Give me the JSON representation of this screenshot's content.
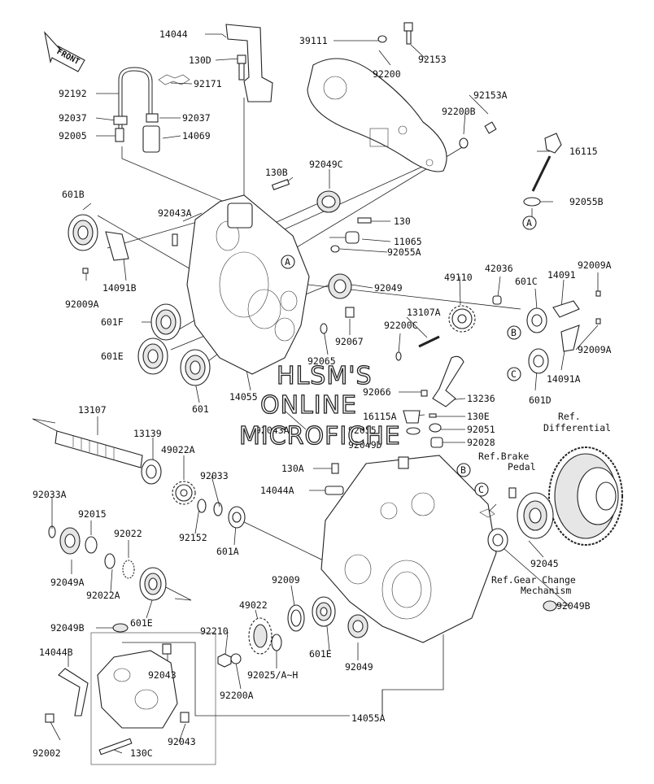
{
  "front_label": "FRONT",
  "watermark": [
    "HLSM'S",
    "ONLINE",
    "MICROFICHE"
  ],
  "callouts": [
    "A",
    "B",
    "C"
  ],
  "references": {
    "differential": [
      "Ref.",
      "Differential"
    ],
    "brake_pedal": [
      "Ref.Brake",
      "Pedal"
    ],
    "gear_change": [
      "Ref.Gear Change",
      "Mechanism"
    ]
  },
  "labels": [
    {
      "id": "14044",
      "text": "14044"
    },
    {
      "id": "130D",
      "text": "130D"
    },
    {
      "id": "92171",
      "text": "92171"
    },
    {
      "id": "92192",
      "text": "92192"
    },
    {
      "id": "92037a",
      "text": "92037"
    },
    {
      "id": "92037b",
      "text": "92037"
    },
    {
      "id": "92005",
      "text": "92005"
    },
    {
      "id": "14069",
      "text": "14069"
    },
    {
      "id": "39111",
      "text": "39111"
    },
    {
      "id": "92200",
      "text": "92200"
    },
    {
      "id": "92153",
      "text": "92153"
    },
    {
      "id": "92153A",
      "text": "92153A"
    },
    {
      "id": "92200B",
      "text": "92200B"
    },
    {
      "id": "16115",
      "text": "16115"
    },
    {
      "id": "92055B",
      "text": "92055B"
    },
    {
      "id": "130B",
      "text": "130B"
    },
    {
      "id": "92049C",
      "text": "92049C"
    },
    {
      "id": "601B",
      "text": "601B"
    },
    {
      "id": "92043A",
      "text": "92043A"
    },
    {
      "id": "130",
      "text": "130"
    },
    {
      "id": "11065",
      "text": "11065"
    },
    {
      "id": "92055A",
      "text": "92055A"
    },
    {
      "id": "14091B",
      "text": "14091B"
    },
    {
      "id": "92009Aa",
      "text": "92009A"
    },
    {
      "id": "92049",
      "text": "92049"
    },
    {
      "id": "42036",
      "text": "42036"
    },
    {
      "id": "49110",
      "text": "49110"
    },
    {
      "id": "601C",
      "text": "601C"
    },
    {
      "id": "14091",
      "text": "14091"
    },
    {
      "id": "92009Ab",
      "text": "92009A"
    },
    {
      "id": "601F",
      "text": "601F"
    },
    {
      "id": "92067",
      "text": "92067"
    },
    {
      "id": "13107A",
      "text": "13107A"
    },
    {
      "id": "92200C",
      "text": "92200C"
    },
    {
      "id": "92009Ac",
      "text": "92009A"
    },
    {
      "id": "601Ea",
      "text": "601E"
    },
    {
      "id": "92065",
      "text": "92065"
    },
    {
      "id": "14091A",
      "text": "14091A"
    },
    {
      "id": "601",
      "text": "601"
    },
    {
      "id": "14055",
      "text": "14055"
    },
    {
      "id": "92066",
      "text": "92066"
    },
    {
      "id": "13236",
      "text": "13236"
    },
    {
      "id": "601D",
      "text": "601D"
    },
    {
      "id": "16115A",
      "text": "16115A"
    },
    {
      "id": "130E",
      "text": "130E"
    },
    {
      "id": "13107",
      "text": "13107"
    },
    {
      "id": "92043Ab",
      "text": "92043A"
    },
    {
      "id": "92055",
      "text": "92055"
    },
    {
      "id": "92051",
      "text": "92051"
    },
    {
      "id": "13139",
      "text": "13139"
    },
    {
      "id": "92049D",
      "text": "92049D"
    },
    {
      "id": "92028",
      "text": "92028"
    },
    {
      "id": "49022A",
      "text": "49022A"
    },
    {
      "id": "130A",
      "text": "130A"
    },
    {
      "id": "92033",
      "text": "92033"
    },
    {
      "id": "14044A",
      "text": "14044A"
    },
    {
      "id": "92033A",
      "text": "92033A"
    },
    {
      "id": "92015",
      "text": "92015"
    },
    {
      "id": "92152",
      "text": "92152"
    },
    {
      "id": "601A",
      "text": "601A"
    },
    {
      "id": "92022",
      "text": "92022"
    },
    {
      "id": "92049A",
      "text": "92049A"
    },
    {
      "id": "92022A",
      "text": "92022A"
    },
    {
      "id": "92045",
      "text": "92045"
    },
    {
      "id": "92009",
      "text": "92009"
    },
    {
      "id": "49022",
      "text": "49022"
    },
    {
      "id": "601Eb",
      "text": "601E"
    },
    {
      "id": "92049Ba",
      "text": "92049B"
    },
    {
      "id": "92049Bb",
      "text": "92049B"
    },
    {
      "id": "14044B",
      "text": "14044B"
    },
    {
      "id": "92043a",
      "text": "92043"
    },
    {
      "id": "92210",
      "text": "92210"
    },
    {
      "id": "92025",
      "text": "92025/A~H"
    },
    {
      "id": "601Ec",
      "text": "601E"
    },
    {
      "id": "92049b",
      "text": "92049"
    },
    {
      "id": "92200A",
      "text": "92200A"
    },
    {
      "id": "14055A",
      "text": "14055A"
    },
    {
      "id": "92002",
      "text": "92002"
    },
    {
      "id": "92043b",
      "text": "92043"
    },
    {
      "id": "130C",
      "text": "130C"
    }
  ]
}
